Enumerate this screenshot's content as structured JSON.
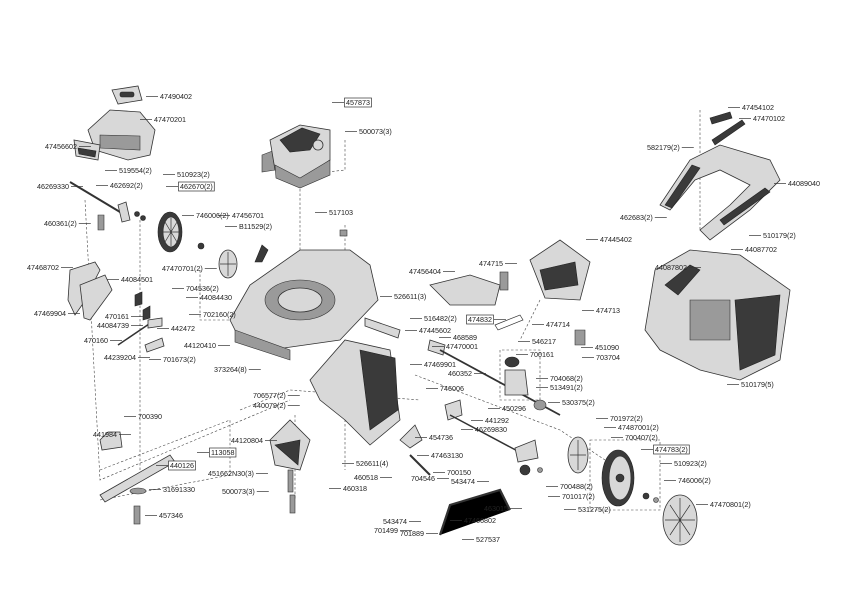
{
  "diagram": {
    "type": "exploded parts diagram",
    "labels": [
      "47490402",
      "47470201",
      "47456602",
      "46269330",
      "519554(2)",
      "462692(2)",
      "510923(2)",
      "462670(2)",
      "460361(2)",
      "746006(2)",
      "47456701",
      "B11529(2)",
      "457873",
      "500073(3)",
      "517103",
      "47468702",
      "44084501",
      "47470701(2)",
      "704536(2)",
      "44084430",
      "702160(2)",
      "47469904",
      "470161",
      "44084739",
      "442472",
      "470160",
      "44239204",
      "701673(2)",
      "44120410",
      "373264(8)",
      "526611(3)",
      "47456404",
      "474715",
      "47445402",
      "474713",
      "474832",
      "474714",
      "516482(2)",
      "47445602",
      "468589",
      "47470001",
      "47469901",
      "546217",
      "700161",
      "451090",
      "703704",
      "460352",
      "704068(2)",
      "513491(2)",
      "746006",
      "450296",
      "530375(2)",
      "441292",
      "46269830",
      "454736",
      "47463130",
      "700150",
      "704546",
      "543474",
      "526611(4)",
      "460518",
      "460318",
      "463015",
      "47466802",
      "543474",
      "701499",
      "701889",
      "527537",
      "701972(2)",
      "47487001(2)",
      "700407(2)",
      "474783(2)",
      "510923(2)",
      "746006(2)",
      "47470801(2)",
      "700488(2)",
      "701017(2)",
      "531275(2)",
      "510179(5)",
      "47454102",
      "47470102",
      "582179(2)",
      "44089040",
      "462683(2)",
      "510179(2)",
      "44087702",
      "44087802",
      "700390",
      "441984",
      "113058",
      "440126",
      "31691330",
      "457346",
      "706577(2)",
      "440079(2)",
      "44120804",
      "451662N30(3)",
      "500073(3)"
    ]
  }
}
